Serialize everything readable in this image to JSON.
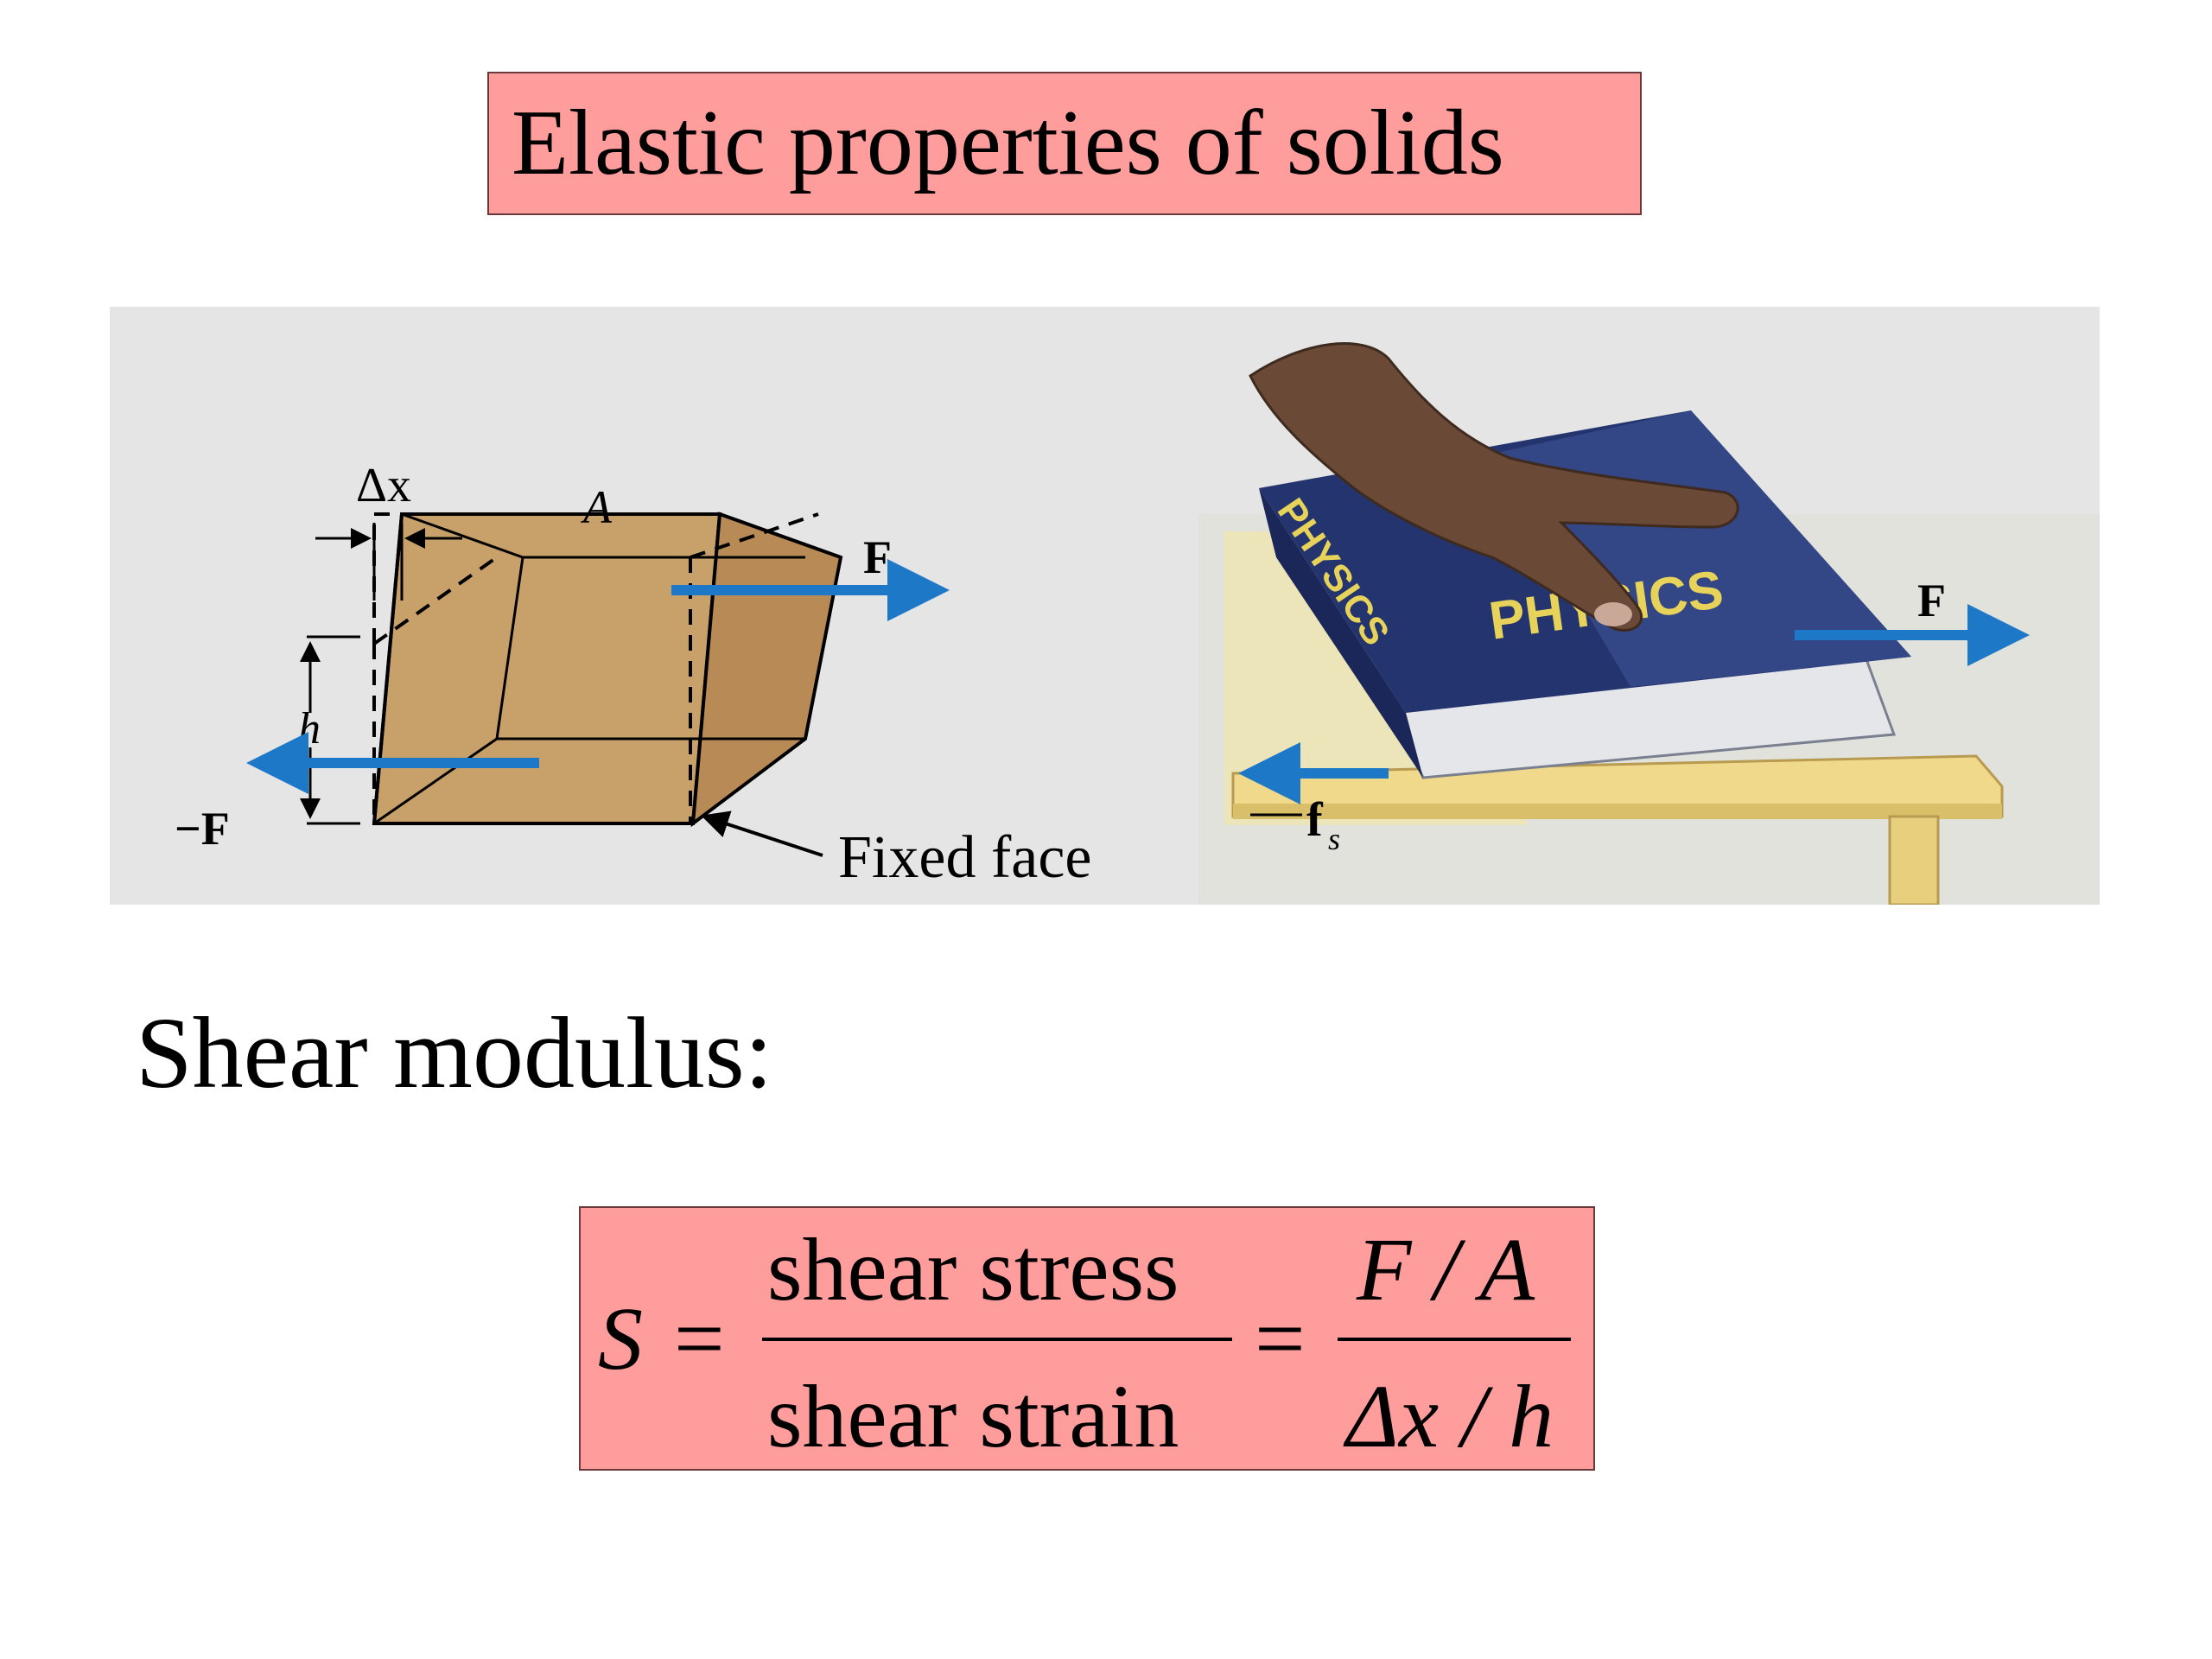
{
  "slide": {
    "title": "Elastic properties of solids",
    "heading": "Shear modulus:"
  },
  "diagram": {
    "label_dx": "Δx",
    "label_area": "A",
    "label_force": "F",
    "label_neg_force": "−F",
    "label_height": "h",
    "label_fixed_face": "Fixed face",
    "colors": {
      "block": "#c8a06a",
      "arrow": "#1e78c8",
      "background": "#e5e5e5"
    }
  },
  "photo": {
    "book_title": "PHYSICS",
    "book_spine": "PHYSICS",
    "label_force": "F",
    "label_friction": "f",
    "label_friction_sub": "s"
  },
  "formula": {
    "lhs": "S",
    "equals": "=",
    "frac1_num": "shear stress",
    "frac1_den": "shear strain",
    "frac2_num": "F / A",
    "frac2_den": "Δx / h"
  }
}
